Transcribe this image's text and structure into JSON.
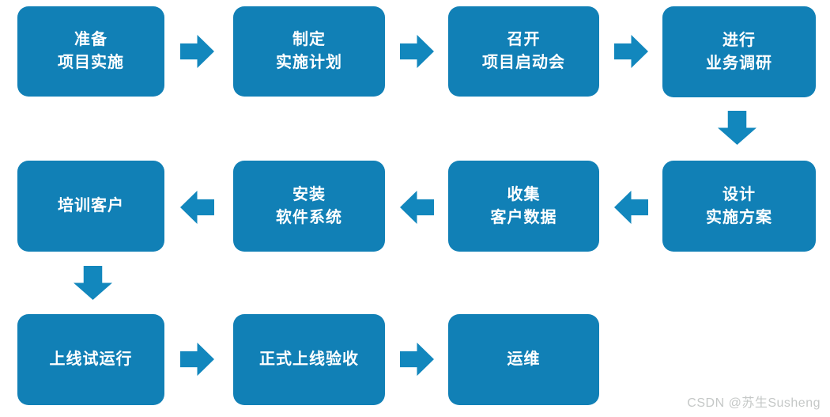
{
  "colors": {
    "background": "#FFFFFF",
    "box_fill": "#1180B6",
    "arrow_fill": "#1287BD",
    "box_text": "#FFFFFF",
    "watermark_text": "#C5C8C7"
  },
  "flow": {
    "title": "",
    "rows": [
      {
        "direction": "right",
        "boxes": [
          {
            "text": "准备\n项目实施"
          },
          {
            "text": "制定\n实施计划"
          },
          {
            "text": "召开\n项目启动会"
          },
          {
            "text": "进行\n业务调研"
          }
        ]
      },
      {
        "direction": "left",
        "boxes": [
          {
            "text": "培训客户"
          },
          {
            "text": "安装\n软件系统"
          },
          {
            "text": "收集\n客户数据"
          },
          {
            "text": "设计\n实施方案"
          }
        ]
      },
      {
        "direction": "right",
        "boxes": [
          {
            "text": "上线试运行"
          },
          {
            "text": "正式上线验收"
          },
          {
            "text": "运维"
          }
        ]
      }
    ]
  },
  "watermark": {
    "text": "CSDN @苏生Susheng"
  }
}
